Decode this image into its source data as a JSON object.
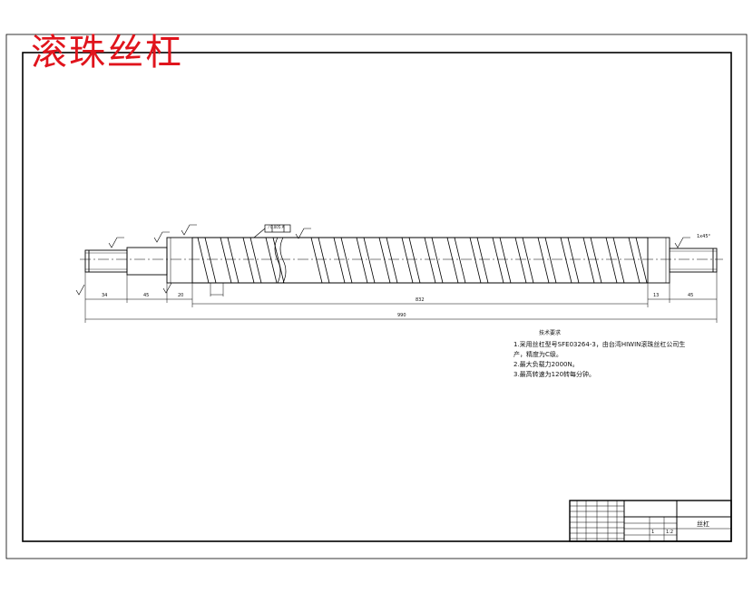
{
  "drawing": {
    "stamp_title": "滚珠丝杠",
    "notes_title": "技术要求",
    "notes": [
      "1.采用丝杠型号SFE03264-3，由台湾HIWIN滚珠丝杠公司生",
      "产，精度为C级。",
      "2.最大负载力2000N。",
      "3.最高转速为120转每分钟。"
    ],
    "dimensions": {
      "overall_length": "990",
      "thread_length": "832",
      "left_end": "34",
      "left_step": "45",
      "left_collar": "20",
      "right_end": "45",
      "right_step": "13",
      "chamfer": "1x45°"
    },
    "geometric_tolerance": "⁄ 0.005 A",
    "title_block": {
      "part_name": "丝杠",
      "scale": "1:2",
      "sheet": "1"
    }
  }
}
